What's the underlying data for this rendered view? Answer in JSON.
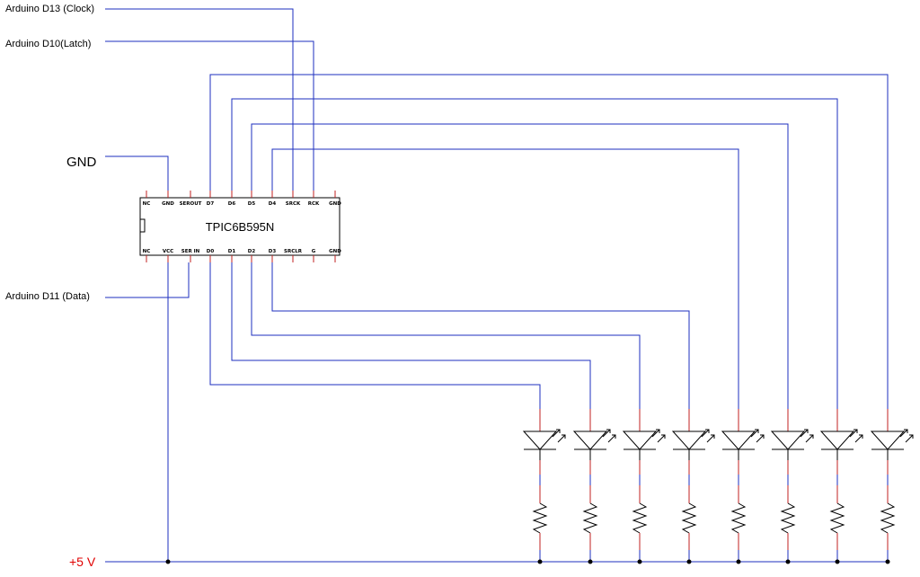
{
  "labels": {
    "clock": "Arduino D13 (Clock)",
    "latch": "Arduino D10(Latch)",
    "gnd": "GND",
    "data": "Arduino D11 (Data)",
    "vcc": "+5 V"
  },
  "chip": {
    "name": "TPIC6B595N",
    "top_pins": [
      "NC",
      "GND",
      "SEROUT",
      "D7",
      "D6",
      "D5",
      "D4",
      "SRCK",
      "RCK",
      "GND"
    ],
    "bottom_pins": [
      "NC",
      "VCC",
      "SER IN",
      "D0",
      "D1",
      "D2",
      "D3",
      "SRCLR",
      "G",
      "GND"
    ]
  },
  "led_count": 8,
  "colors": {
    "wire": "#1d2fbf",
    "component": "#c02020",
    "power_label": "#e00000"
  }
}
